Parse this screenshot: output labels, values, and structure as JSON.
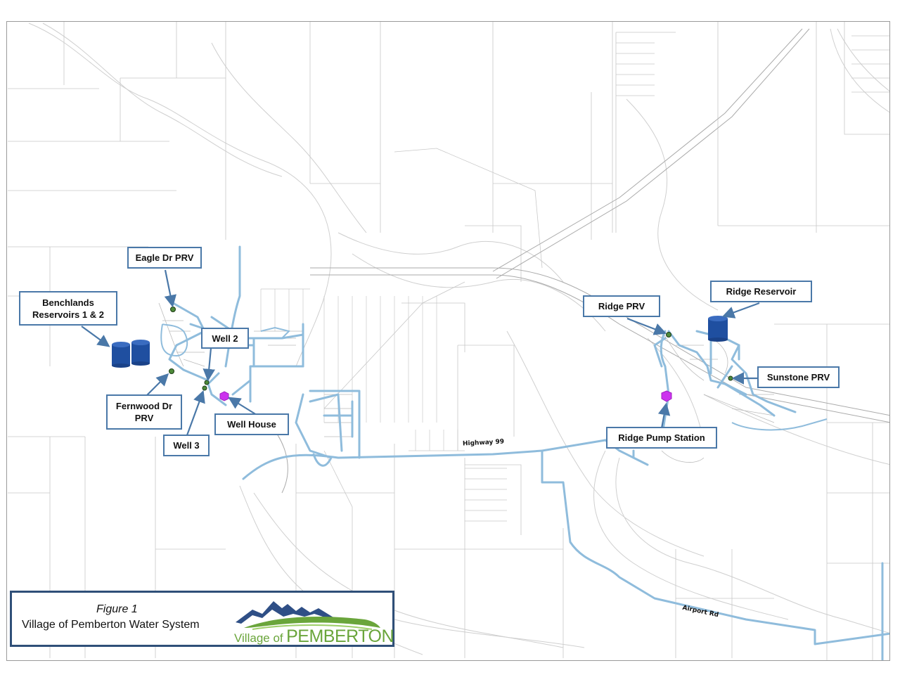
{
  "figure": {
    "number": "Figure 1",
    "title": "Village of Pemberton Water System"
  },
  "logo": {
    "text_village": "Village of",
    "text_pemberton": "PEMBERTON",
    "mountain_color": "#2f4f86",
    "hill_color": "#6aa53b"
  },
  "callouts": {
    "eagle_dr_prv": "Eagle Dr PRV",
    "benchlands_line1": "Benchlands",
    "benchlands_line2": "Reservoirs 1 & 2",
    "well_2": "Well 2",
    "fernwood_line1": "Fernwood Dr",
    "fernwood_line2": "PRV",
    "well_house": "Well House",
    "well_3": "Well 3",
    "ridge_prv": "Ridge PRV",
    "ridge_reservoir": "Ridge Reservoir",
    "sunstone_prv": "Sunstone PRV",
    "ridge_pump_station": "Ridge Pump Station"
  },
  "roads": {
    "highway_99": "Highway 99",
    "airport_rd": "Airport Rd"
  },
  "colors": {
    "water_main": "#8fbcdc",
    "callout_border": "#4a78a8",
    "prv_node": "#4e8a3a",
    "reservoir": "#1f4fa0",
    "well_house_marker": "#cc33ee",
    "parcel_line": "#c8c8c8"
  }
}
